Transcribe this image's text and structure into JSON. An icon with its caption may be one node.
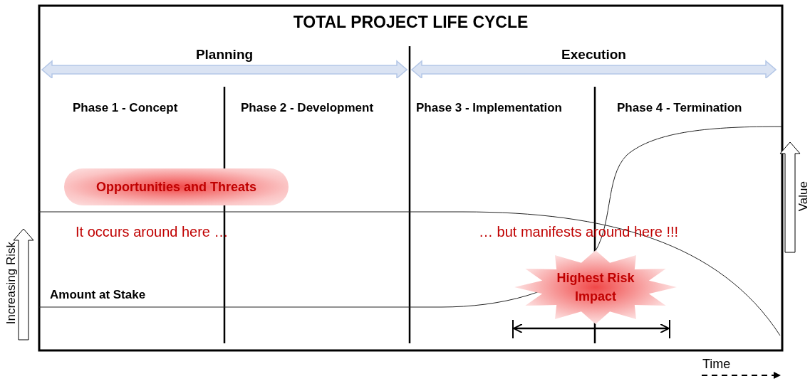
{
  "diagram": {
    "title": "TOTAL PROJECT LIFE CYCLE",
    "nodes": [
      {
        "text": [
          "Planning"
        ]
      },
      {
        "text": [
          "Execution"
        ]
      },
      {
        "text": [
          "Opportunities and Threats"
        ]
      },
      {
        "text": [
          "Highest Risk Impact"
        ]
      }
    ],
    "labels": [
      "Phase 1 - Concept",
      "Phase 2 - Development",
      "Phase 3 - Implementation",
      "Phase 4 - Termination",
      "It occurs around here …",
      "… but manifests around here !!!",
      "Value",
      "Amount at Stake",
      "Increasing Risk",
      "Time"
    ]
  }
}
